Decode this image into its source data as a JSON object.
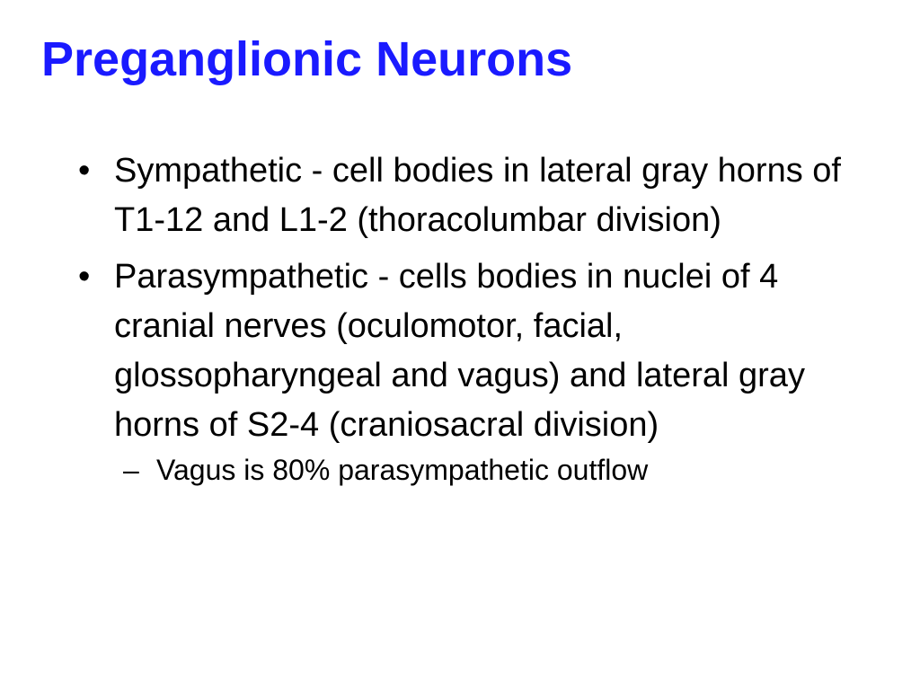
{
  "title": "Preganglionic Neurons",
  "bullets": [
    {
      "marker": "•",
      "text": "Sympathetic - cell bodies in lateral gray horns of T1-12 and L1-2 (thoracolumbar division)"
    },
    {
      "marker": "•",
      "text": "Parasympathetic - cells bodies in nuclei of  4 cranial nerves (oculomotor, facial, glossopharyngeal and vagus) and lateral gray horns of S2-4 (craniosacral division)"
    }
  ],
  "subbullets": [
    {
      "marker": "–",
      "text": "Vagus is 80% parasympathetic outflow"
    }
  ],
  "colors": {
    "title": "#1a1aff",
    "text": "#000000",
    "background": "#ffffff"
  }
}
